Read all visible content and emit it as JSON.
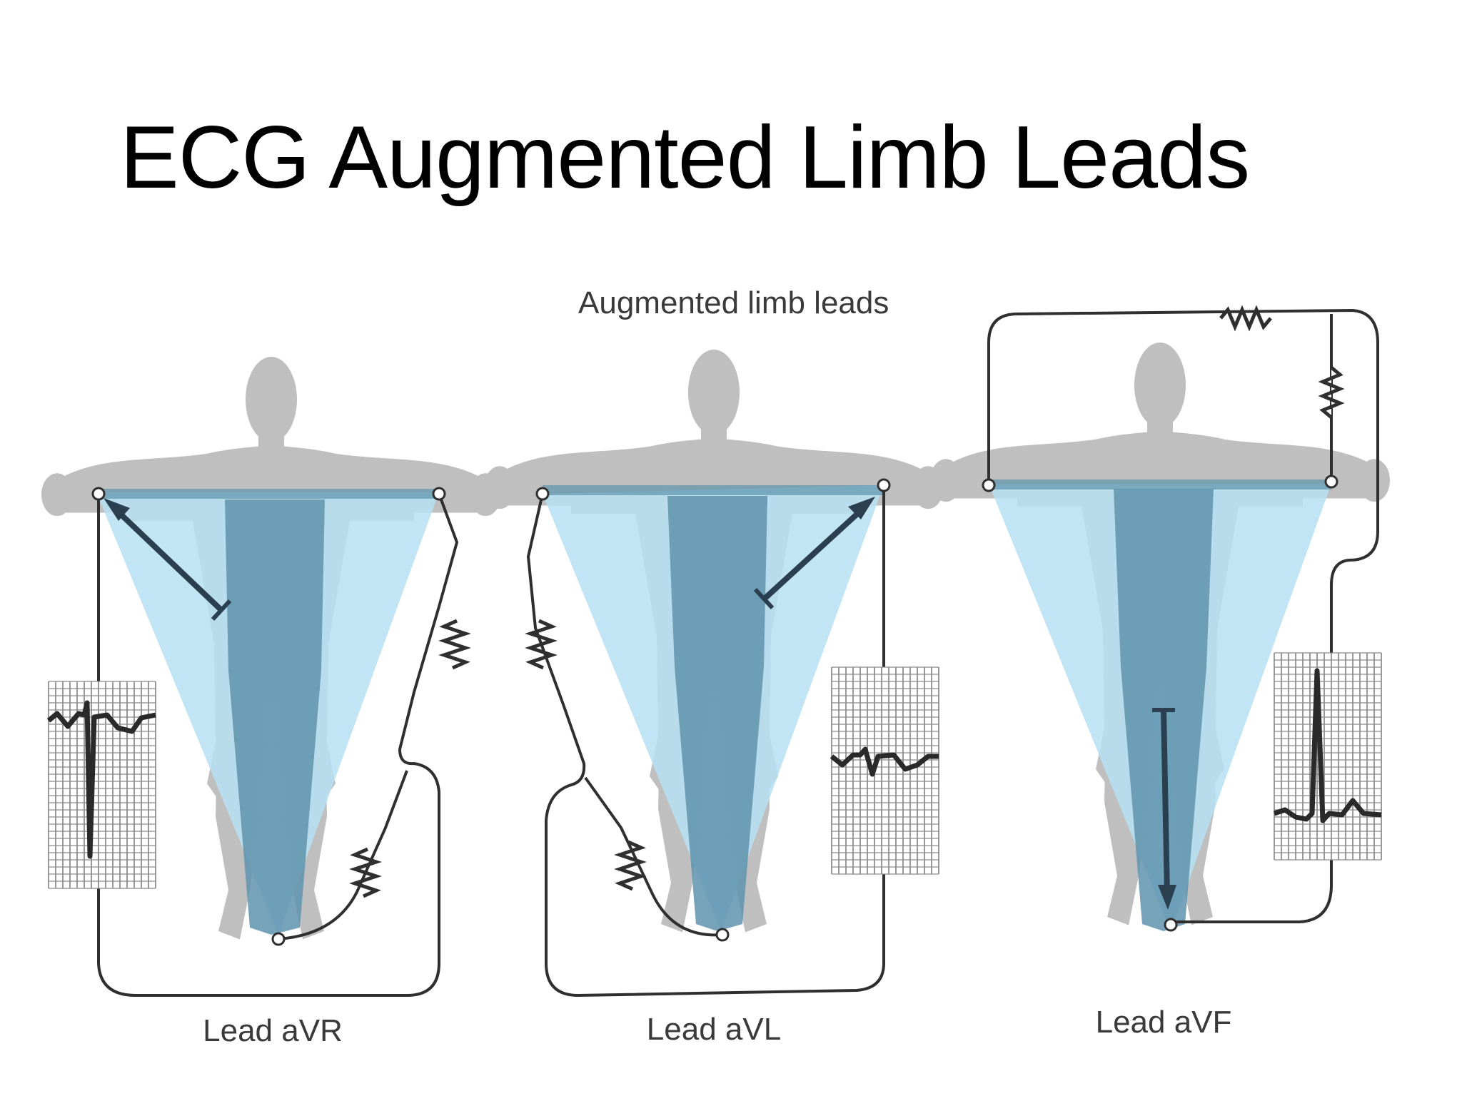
{
  "slide": {
    "title": "ECG Augmented Limb Leads"
  },
  "figure": {
    "title": "Augmented limb leads",
    "panels": [
      {
        "label": "Lead aVR",
        "axis": "arrow toward right arm",
        "tracing": "negative QRS"
      },
      {
        "label": "Lead aVL",
        "axis": "arrow toward left arm",
        "tracing": "small biphasic QRS"
      },
      {
        "label": "Lead aVF",
        "axis": "arrow toward left leg",
        "tracing": "positive QRS"
      }
    ]
  },
  "colors": {
    "body": "#bfbfbf",
    "triangle": "#b7e1f3",
    "triangle_overlap": "#5e93ad",
    "wire": "#2f2f2f",
    "arrow": "#2a3f4f"
  }
}
